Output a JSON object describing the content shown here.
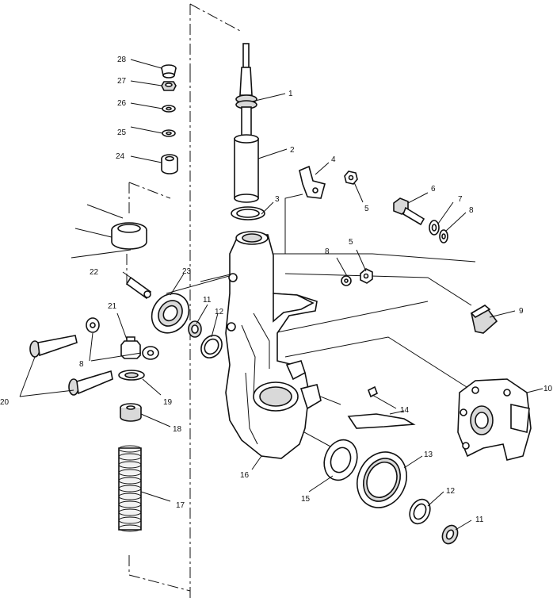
{
  "callouts": [
    {
      "id": "c1",
      "text": "1",
      "part": "shock-absorber-top-nut-assembly"
    },
    {
      "id": "c2",
      "text": "2",
      "part": "strut-shock-body"
    },
    {
      "id": "c3",
      "text": "3",
      "part": "strut-washer"
    },
    {
      "id": "c4",
      "text": "4",
      "part": "bracket"
    },
    {
      "id": "c5a",
      "text": "5",
      "part": "bracket-nut-upper"
    },
    {
      "id": "c5b",
      "text": "5",
      "part": "nut-lower"
    },
    {
      "id": "c6",
      "text": "6",
      "part": "brake-bolt"
    },
    {
      "id": "c7",
      "text": "7",
      "part": "lock-washer"
    },
    {
      "id": "c8a",
      "text": "8",
      "part": "washer-right"
    },
    {
      "id": "c8b",
      "text": "8",
      "part": "washer-middle"
    },
    {
      "id": "c8c",
      "text": "8",
      "part": "washer-left"
    },
    {
      "id": "c9",
      "text": "9",
      "part": "brake-pad"
    },
    {
      "id": "c10",
      "text": "10",
      "part": "brake-caliper"
    },
    {
      "id": "c11a",
      "text": "11",
      "part": "bearing-nut-upper"
    },
    {
      "id": "c11b",
      "text": "11",
      "part": "bearing-nut-lower"
    },
    {
      "id": "c12a",
      "text": "12",
      "part": "seal-ring-upper"
    },
    {
      "id": "c12b",
      "text": "12",
      "part": "seal-ring-lower"
    },
    {
      "id": "c13",
      "text": "13",
      "part": "wheel-bearing"
    },
    {
      "id": "c14",
      "text": "14",
      "part": "abs-sensor"
    },
    {
      "id": "c15",
      "text": "15",
      "part": "dust-shield"
    },
    {
      "id": "c16",
      "text": "16",
      "part": "steering-knuckle"
    },
    {
      "id": "c17",
      "text": "17",
      "part": "coil-spring"
    },
    {
      "id": "c18",
      "text": "18",
      "part": "spring-seat"
    },
    {
      "id": "c19",
      "text": "19",
      "part": "lower-spring-washer"
    },
    {
      "id": "c20",
      "text": "20",
      "part": "mounting-bolts"
    },
    {
      "id": "c21",
      "text": "21",
      "part": "ball-joint-stud"
    },
    {
      "id": "c22",
      "text": "22",
      "part": "grease-fitting"
    },
    {
      "id": "c23",
      "text": "23",
      "part": "ball-joint-bearing"
    },
    {
      "id": "c24",
      "text": "24",
      "part": "upper-bushing"
    },
    {
      "id": "c25",
      "text": "25",
      "part": "washer-small"
    },
    {
      "id": "c26",
      "text": "26",
      "part": "spacer"
    },
    {
      "id": "c27",
      "text": "27",
      "part": "top-nut"
    },
    {
      "id": "c28",
      "text": "28",
      "part": "dust-cap"
    }
  ]
}
